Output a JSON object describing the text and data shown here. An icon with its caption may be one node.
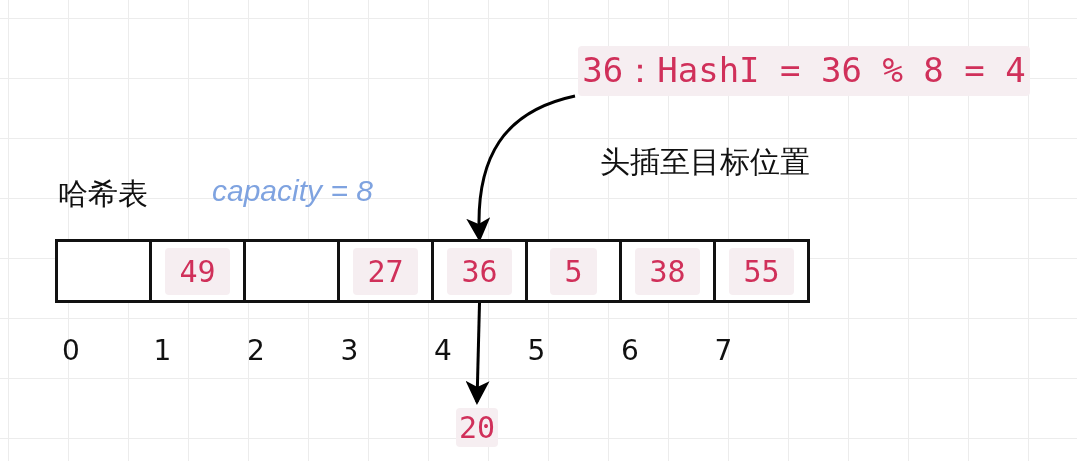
{
  "diagram": {
    "nodes": [
      {
        "text": [
          "36：HashI = 36 % 8 = 4"
        ]
      },
      {
        "text": [],
        "shape": "box"
      },
      {
        "text": [
          "49"
        ]
      },
      {
        "text": [],
        "shape": "box"
      },
      {
        "text": [
          "27"
        ]
      },
      {
        "text": [
          "36"
        ]
      },
      {
        "text": [
          "5"
        ]
      },
      {
        "text": [
          "38"
        ]
      },
      {
        "text": [
          "55"
        ]
      },
      {
        "text": [
          "20"
        ]
      }
    ],
    "edges": [
      {
        "from": 0,
        "to": 5,
        "arrow": "to"
      },
      {
        "from": 5,
        "to": 9,
        "arrow": "to"
      }
    ],
    "labels": [
      "头插至目标位置",
      "哈希表",
      "capacity = 8",
      "0",
      "1",
      "2",
      "3",
      "4",
      "5",
      "6",
      "7"
    ]
  }
}
